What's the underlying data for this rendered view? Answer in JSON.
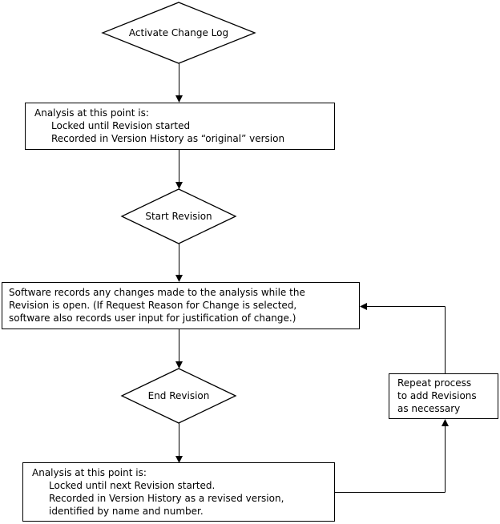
{
  "diagram": {
    "background": "#ffffff",
    "stroke_color": "#000000",
    "text_color": "#000000",
    "nodes": {
      "activate_change_log": {
        "type": "decision",
        "label": "Activate Change Log"
      },
      "analysis_original": {
        "type": "process",
        "lines": [
          "Analysis at this point is:",
          "Locked until Revision started",
          "Recorded in Version History as “original” version"
        ]
      },
      "start_revision": {
        "type": "decision",
        "label": "Start Revision"
      },
      "software_records": {
        "type": "process",
        "lines": [
          "Software records any changes made to the analysis while the",
          "Revision is open. (If Request Reason for Change is selected,",
          "software also records user input for justification of change.)"
        ]
      },
      "end_revision": {
        "type": "decision",
        "label": "End Revision"
      },
      "analysis_revised": {
        "type": "process",
        "lines": [
          "Analysis at this point is:",
          "Locked until next Revision started.",
          "Recorded in Version History as a revised version,",
          "identified by name and number."
        ]
      },
      "repeat_process": {
        "type": "process",
        "lines": [
          "Repeat process",
          "to add Revisions",
          "as necessary"
        ]
      }
    },
    "edges": [
      {
        "from": "activate_change_log",
        "to": "analysis_original"
      },
      {
        "from": "analysis_original",
        "to": "start_revision"
      },
      {
        "from": "start_revision",
        "to": "software_records"
      },
      {
        "from": "software_records",
        "to": "end_revision"
      },
      {
        "from": "end_revision",
        "to": "analysis_revised"
      },
      {
        "from": "analysis_revised",
        "to": "repeat_process"
      },
      {
        "from": "repeat_process",
        "to": "software_records"
      }
    ]
  }
}
